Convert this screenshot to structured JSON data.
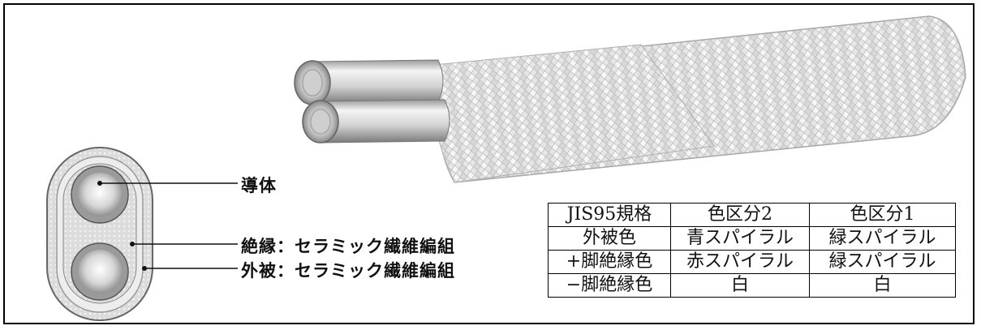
{
  "callouts": {
    "conductor": "導体",
    "insulation": "絶縁：セラミック繊維編組",
    "sheath": "外被：セラミック繊維編組"
  },
  "table": {
    "header": [
      "JIS95規格",
      "色区分2",
      "色区分1"
    ],
    "rows": [
      [
        "外被色",
        "青スパイラル",
        "緑スパイラル"
      ],
      [
        "+脚絶縁色",
        "赤スパイラル",
        "緑スパイラル"
      ],
      [
        "−脚絶縁色",
        "白",
        "白"
      ]
    ]
  }
}
